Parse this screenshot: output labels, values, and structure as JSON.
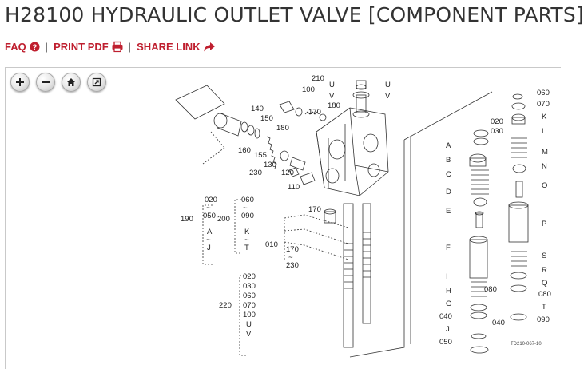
{
  "page": {
    "title": "H28100 HYDRAULIC OUTLET VALVE [COMPONENT PARTS]",
    "faq_label": "FAQ",
    "print_label": "PRINT PDF",
    "share_label": "SHARE LINK",
    "separator": "|"
  },
  "toolbar": {
    "icons": [
      "zoom-in-icon",
      "zoom-out-icon",
      "home-icon",
      "fullscreen-icon"
    ]
  },
  "diagram": {
    "callouts_left": [
      "210",
      "100",
      "170",
      "180",
      "140",
      "150",
      "160",
      "155",
      "130",
      "230",
      "120",
      "110",
      "U",
      "V",
      "170"
    ],
    "group_190": {
      "label": "190",
      "parts": [
        "020",
        "~",
        "050",
        "·",
        "A",
        "~",
        "J"
      ]
    },
    "group_200": {
      "label": "200",
      "parts": [
        "060",
        "~",
        "090",
        "·",
        "K",
        "~",
        "T"
      ]
    },
    "group_010": {
      "label": "010",
      "parts": [
        "170",
        "~",
        "230"
      ]
    },
    "group_220": {
      "label": "220",
      "parts": [
        "020",
        "·",
        "030",
        "·",
        "060",
        "·",
        "070",
        "·",
        "100",
        "·",
        "U",
        "·",
        "V"
      ]
    },
    "callouts_right_a": [
      "020",
      "030",
      "A",
      "B",
      "C",
      "D",
      "E",
      "F",
      "I",
      "H",
      "G",
      "040",
      "J",
      "050",
      "040",
      "080"
    ],
    "callouts_right_b": [
      "060",
      "070",
      "K",
      "L",
      "M",
      "N",
      "O",
      "P",
      "S",
      "R",
      "Q",
      "080",
      "T",
      "090"
    ],
    "code": "TD210-067-10"
  },
  "colors": {
    "accent": "#bf1f2f",
    "title": "#333333"
  }
}
